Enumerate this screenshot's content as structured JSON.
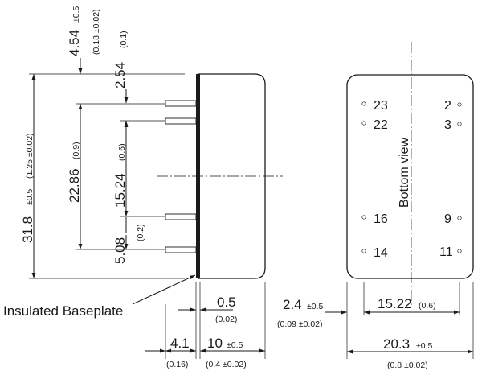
{
  "side_view": {
    "dims": {
      "top_offset": {
        "value": "4.54",
        "tol": "±0.5",
        "inch": "(0.18 ±0.02)"
      },
      "pin_pitch_top": {
        "value": "2.54",
        "inch": "(0.1)"
      },
      "pin_span": {
        "value": "22.86",
        "inch": "(0.9)"
      },
      "inner_span": {
        "value": "15.24",
        "inch": "(0.6)"
      },
      "lower_span": {
        "value": "5.08",
        "inch": "(0.2)"
      },
      "height": {
        "value": "31.8",
        "tol": "±0.5",
        "inch": "(1.25 ±0.02)"
      },
      "baseplate_thk": {
        "value": "0.5",
        "inch": "(0.02)"
      },
      "pin_length": {
        "value": "4.1",
        "inch": "(0.16)"
      },
      "body_depth": {
        "value": "10",
        "tol": "±0.5",
        "inch": "(0.4 ±0.02)"
      }
    },
    "callout": "Insulated Baseplate"
  },
  "bottom_view": {
    "label": "Bottom view",
    "pins_left": [
      "23",
      "22",
      "16",
      "14"
    ],
    "pins_right": [
      "2",
      "3",
      "9",
      "11"
    ],
    "dims": {
      "edge_offset": {
        "value": "2.4",
        "tol": "±0.5",
        "inch": "(0.09 ±0.02)"
      },
      "pin_row_span": {
        "value": "15.22",
        "inch": "(0.6)"
      },
      "width": {
        "value": "20.3",
        "tol": "±0.5",
        "inch": "(0.8 ±0.02)"
      }
    }
  }
}
